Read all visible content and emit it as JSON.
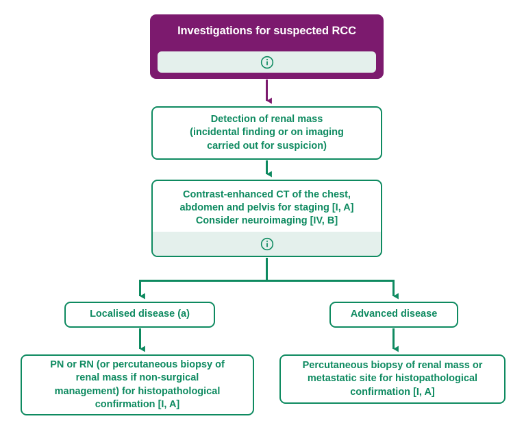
{
  "diagram": {
    "title": "Investigations for suspected RCC",
    "colors": {
      "header_purple": "#7c1a6e",
      "node_green": "#0e8a60",
      "info_bar_mint": "#e4f0ec",
      "background": "#ffffff",
      "header_text": "#ffffff"
    },
    "header": {
      "title": "Investigations for suspected RCC",
      "info_icon_name": "information-icon"
    },
    "nodes": {
      "detection": {
        "text": "Detection of renal mass\n(incidental finding or on imaging\ncarried out for suspicion)"
      },
      "ct": {
        "text": "Contrast-enhanced CT of the chest,\nabdomen and pelvis for staging [I, A]\nConsider neuroimaging [IV, B]",
        "info_icon_name": "information-icon"
      },
      "localised": {
        "text": "Localised disease (a)"
      },
      "advanced": {
        "text": "Advanced disease"
      },
      "localised_treatment": {
        "text": "PN or RN (or percutaneous biopsy of\nrenal mass if non-surgical\nmanagement) for histopathological\nconfirmation [I, A]"
      },
      "advanced_treatment": {
        "text": "Percutaneous biopsy of renal mass or\nmetastatic site for histopathological\nconfirmation [I, A]"
      }
    }
  }
}
